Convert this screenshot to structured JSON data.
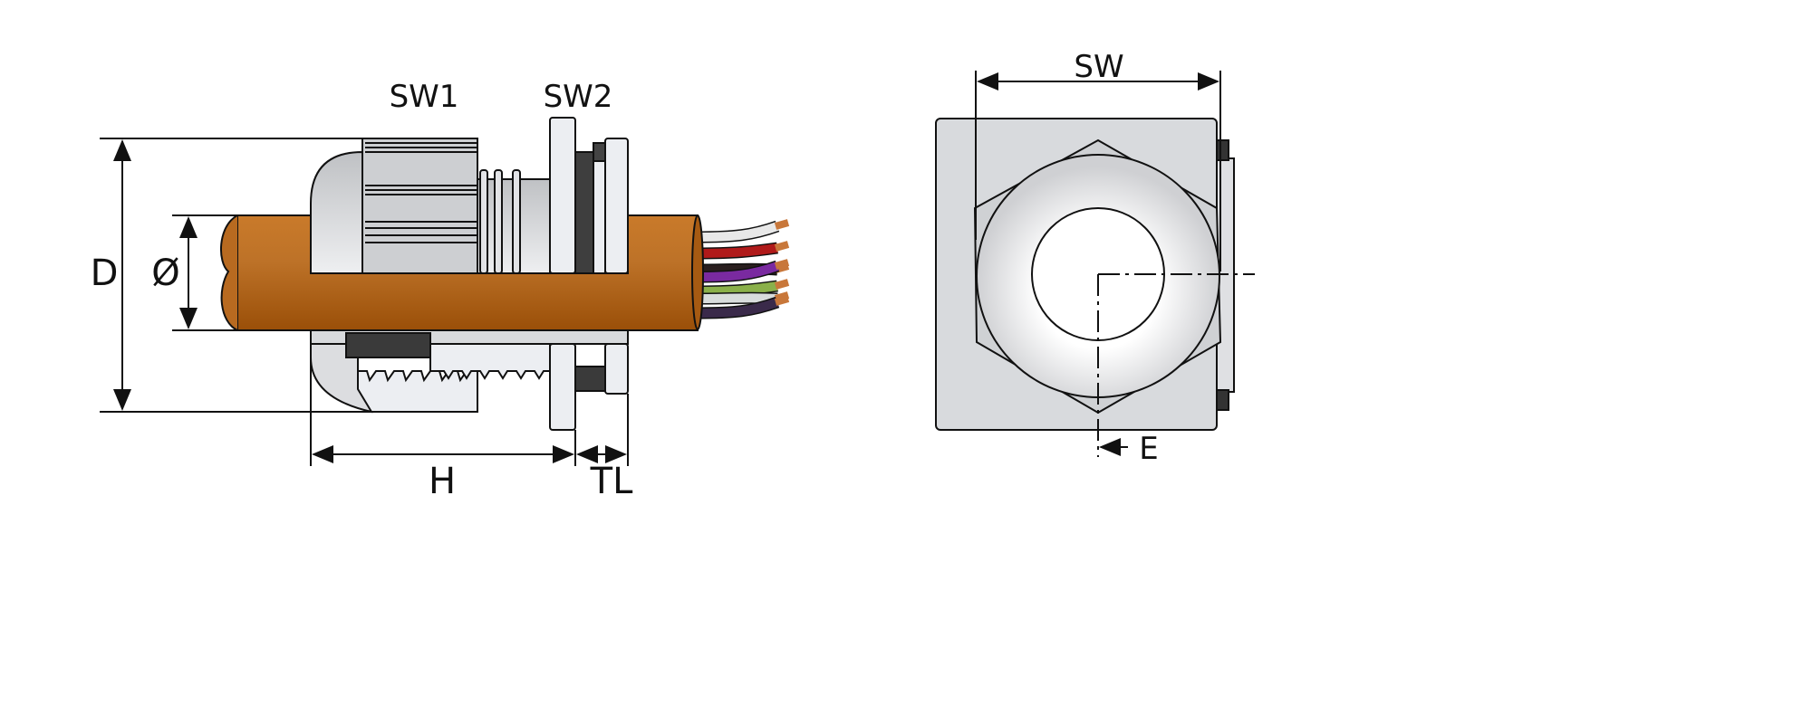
{
  "title": "Cable gland dimension drawing",
  "labels": {
    "sw1": "SW1",
    "sw2": "SW2",
    "d": "D",
    "diameter": "Ø",
    "h": "H",
    "tl": "TL",
    "sw": "SW",
    "e": "E"
  },
  "colors": {
    "cable": "#b8691f",
    "metal_light": "#e6e7ea",
    "metal_mid": "#c4c6c9",
    "seal_dark": "#3a3a3a",
    "plate": "#d8dadd"
  },
  "wires": [
    "#e8e8e8",
    "#b01a1a",
    "#2a1f1f",
    "#7a2aa0",
    "#8ab04a",
    "#d8dcdc",
    "#3a2a4a"
  ]
}
